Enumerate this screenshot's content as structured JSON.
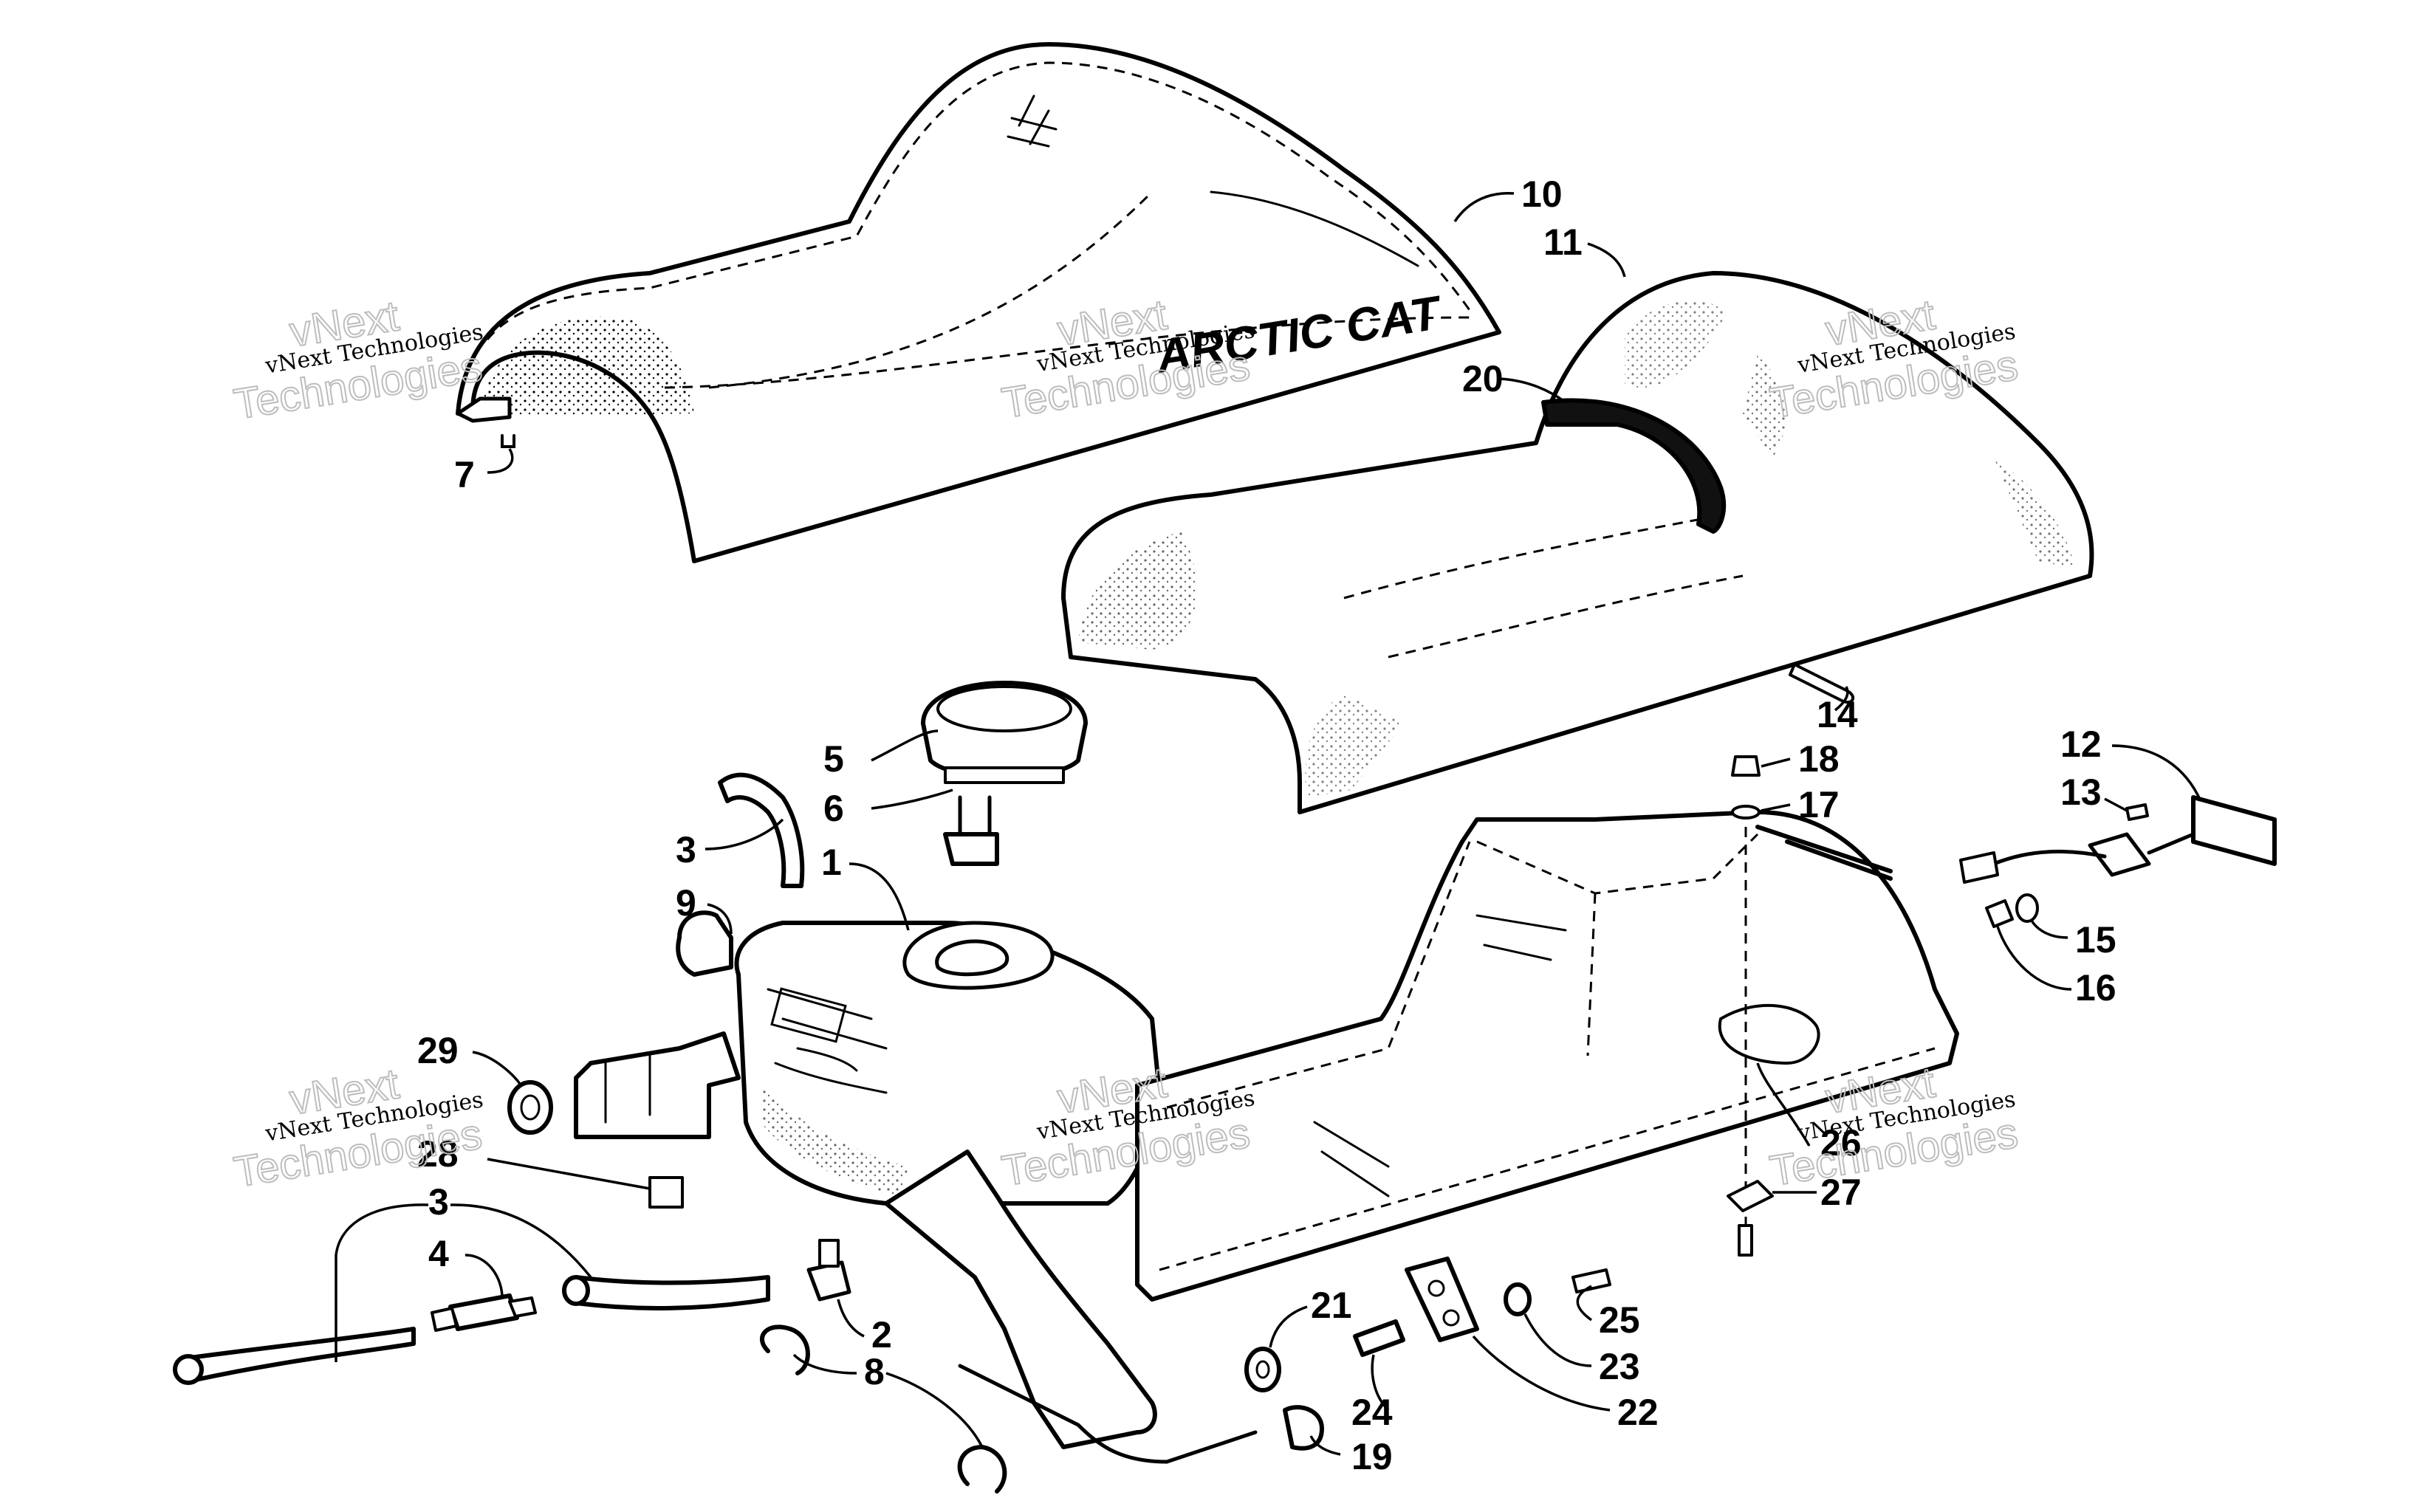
{
  "diagram": {
    "logo_text": "ARCTIC CAT",
    "watermark": {
      "small": "vNext Technologies",
      "big_line1": "vNext",
      "big_line2": "Technologies"
    },
    "callouts": [
      {
        "id": "c10",
        "label": "10"
      },
      {
        "id": "c11",
        "label": "11"
      },
      {
        "id": "c20",
        "label": "20"
      },
      {
        "id": "c7",
        "label": "7"
      },
      {
        "id": "c14",
        "label": "14"
      },
      {
        "id": "c5",
        "label": "5"
      },
      {
        "id": "c6",
        "label": "6"
      },
      {
        "id": "c3a",
        "label": "3"
      },
      {
        "id": "c1",
        "label": "1"
      },
      {
        "id": "c9",
        "label": "9"
      },
      {
        "id": "c18",
        "label": "18"
      },
      {
        "id": "c17",
        "label": "17"
      },
      {
        "id": "c12",
        "label": "12"
      },
      {
        "id": "c13",
        "label": "13"
      },
      {
        "id": "c15",
        "label": "15"
      },
      {
        "id": "c16",
        "label": "16"
      },
      {
        "id": "c29",
        "label": "29"
      },
      {
        "id": "c28",
        "label": "28"
      },
      {
        "id": "c3b",
        "label": "3"
      },
      {
        "id": "c4",
        "label": "4"
      },
      {
        "id": "c2",
        "label": "2"
      },
      {
        "id": "c26",
        "label": "26"
      },
      {
        "id": "c27",
        "label": "27"
      },
      {
        "id": "c21",
        "label": "21"
      },
      {
        "id": "c25",
        "label": "25"
      },
      {
        "id": "c23",
        "label": "23"
      },
      {
        "id": "c8",
        "label": "8"
      },
      {
        "id": "c24",
        "label": "24"
      },
      {
        "id": "c22",
        "label": "22"
      },
      {
        "id": "c19",
        "label": "19"
      }
    ]
  }
}
